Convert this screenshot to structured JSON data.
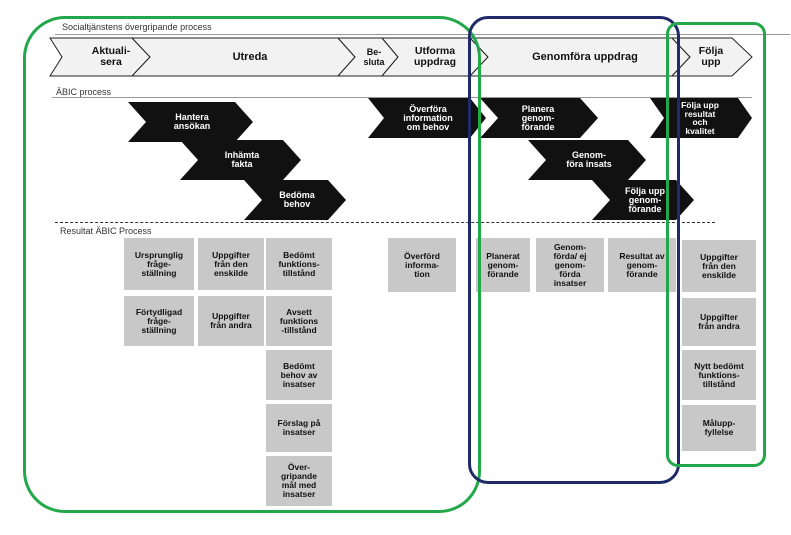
{
  "sections": {
    "top": "Socialtjänstens övergripande process",
    "abic": "ÄBIC process",
    "result": "Resultat ÄBIC Process"
  },
  "process_steps": [
    {
      "label": "Aktuali-\nsera"
    },
    {
      "label": "Utreda"
    },
    {
      "label": "Be-\nsluta"
    },
    {
      "label": "Utforma\nuppdrag"
    },
    {
      "label": "Genomföra uppdrag"
    },
    {
      "label": "Följa\nupp"
    }
  ],
  "abic_steps": [
    {
      "label": "Hantera\nansökan"
    },
    {
      "label": "Inhämta\nfakta"
    },
    {
      "label": "Bedöma\nbehov"
    },
    {
      "label": "Överföra\ninformation\nom behov"
    },
    {
      "label": "Planera\ngenom-\nförande"
    },
    {
      "label": "Genom-\nföra insats"
    },
    {
      "label": "Följa upp\ngenom-\nförande"
    },
    {
      "label": "Följa upp\nresultat\noch\nkvalitet"
    }
  ],
  "results": [
    {
      "label": "Ursprunglig\nfråge-\nställning"
    },
    {
      "label": "Uppgifter\nfrån den\nenskilde"
    },
    {
      "label": "Bedömt\nfunktions-\ntillstånd"
    },
    {
      "label": "Förtydligad\nfråge-\nställning"
    },
    {
      "label": "Uppgifter\nfrån andra"
    },
    {
      "label": "Avsett\nfunktions\n-tillstånd"
    },
    {
      "label": "Bedömt\nbehov av\ninsatser"
    },
    {
      "label": "Förslag på\ninsatser"
    },
    {
      "label": "Över-\ngripande\nmål med\ninsatser"
    },
    {
      "label": "Överförd\ninforma-\ntion"
    },
    {
      "label": "Planerat\ngenom-\nförande"
    },
    {
      "label": "Genom-\nförda/ ej\ngenom-\nförda\ninsatser"
    },
    {
      "label": "Resultat av\ngenom-\nförande"
    },
    {
      "label": "Uppgifter\nfrån den\nenskilde"
    },
    {
      "label": "Uppgifter\nfrån andra"
    },
    {
      "label": "Nytt bedömt\nfunktions-\ntillstånd"
    },
    {
      "label": "Målupp-\nfyllelse"
    }
  ],
  "colors": {
    "green_ring": "#22a84a",
    "blue_ring": "#1f2a66",
    "chevron_dark": "#111111",
    "result_box": "#c8c8c8",
    "process_fill": "#f2f2f2"
  }
}
